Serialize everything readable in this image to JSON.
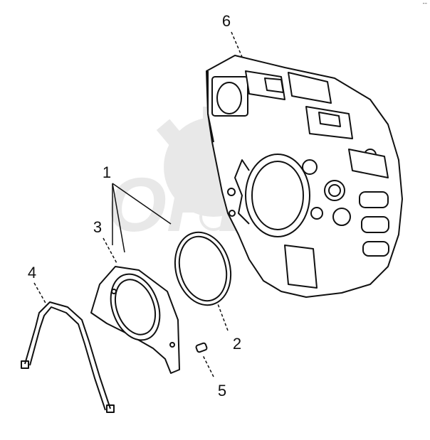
{
  "watermark": {
    "text": "OPEX"
  },
  "corner_mark": "--",
  "callouts": [
    {
      "id": "1",
      "label": "1"
    },
    {
      "id": "2",
      "label": "2"
    },
    {
      "id": "3",
      "label": "3"
    },
    {
      "id": "4",
      "label": "4"
    },
    {
      "id": "5",
      "label": "5"
    },
    {
      "id": "6",
      "label": "6"
    }
  ],
  "parts": [
    {
      "callout": "1",
      "icon": "screw-group-icon"
    },
    {
      "callout": "2",
      "icon": "oil-seal-ring-icon"
    },
    {
      "callout": "3",
      "icon": "seal-carrier-icon"
    },
    {
      "callout": "4",
      "icon": "gasket-icon"
    },
    {
      "callout": "5",
      "icon": "dowel-pin-icon"
    },
    {
      "callout": "6",
      "icon": "flywheel-housing-icon"
    }
  ]
}
